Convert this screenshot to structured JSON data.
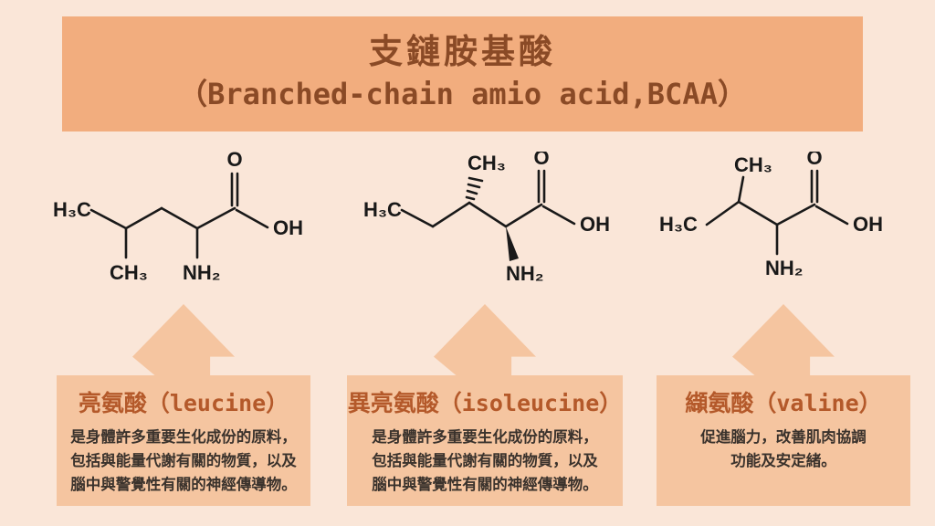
{
  "colors": {
    "page_bg": "#fae6d8",
    "banner_bg": "#f2ad7e",
    "banner_text": "#8a4a26",
    "card_and_arrow_bg": "#f5c5a0",
    "card_title_text": "#b4592a",
    "card_body_text": "#3a322c",
    "bond_color": "#191919"
  },
  "banner": {
    "title": "支鏈胺基酸",
    "subtitle": "（Branched-chain amio acid,BCAA）"
  },
  "molecules": {
    "leucine": {
      "labels": {
        "h3c": "H₃C",
        "ch3": "CH₃",
        "o": "O",
        "oh": "OH",
        "nh2": "NH₂"
      }
    },
    "isoleucine": {
      "labels": {
        "h3c": "H₃C",
        "ch3": "CH₃",
        "o": "O",
        "oh": "OH",
        "nh2": "NH₂"
      }
    },
    "valine": {
      "labels": {
        "h3c": "H₃C",
        "ch3": "CH₃",
        "o": "O",
        "oh": "OH",
        "nh2": "NH₂"
      }
    }
  },
  "cards": [
    {
      "title": "亮氨酸（leucine）",
      "line1": "是身體許多重要生化成份的原料，",
      "line2": "包括與能量代謝有關的物質，以及",
      "line3": "腦中與警覺性有關的神經傳導物。"
    },
    {
      "title": "異亮氨酸（isoleucine）",
      "line1": "是身體許多重要生化成份的原料，",
      "line2": "包括與能量代謝有關的物質，以及",
      "line3": "腦中與警覺性有關的神經傳導物。"
    },
    {
      "title": "纈氨酸（valine）",
      "line1": "促進腦力，改善肌肉協調",
      "line2": "功能及安定緒。",
      "line3": ""
    }
  ]
}
